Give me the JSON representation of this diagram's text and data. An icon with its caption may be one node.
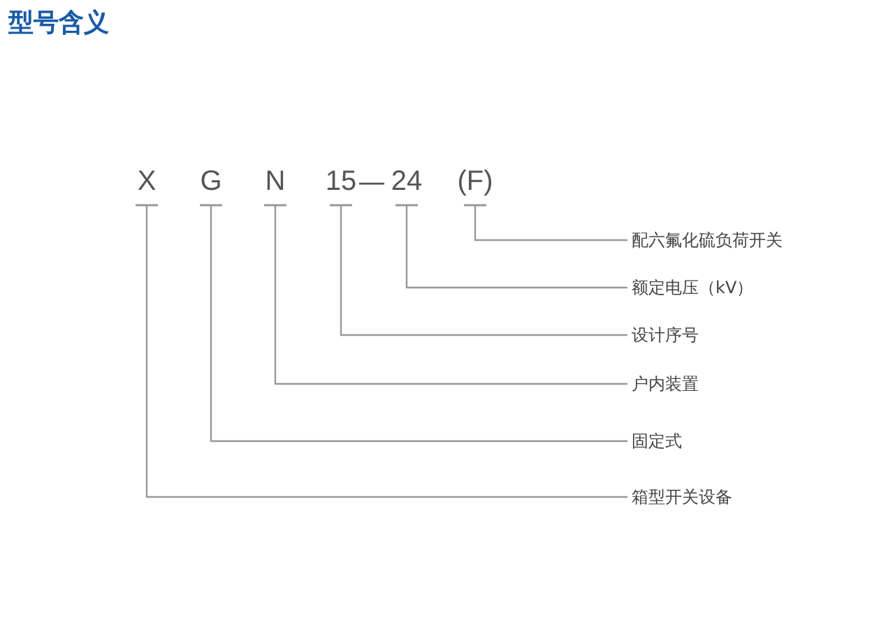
{
  "diagram": {
    "title": "型号含义",
    "nodes": [
      {
        "text": [
          "X"
        ]
      },
      {
        "text": [
          "G"
        ]
      },
      {
        "text": [
          "N"
        ]
      },
      {
        "text": [
          "15"
        ]
      },
      {
        "text": [
          "24"
        ]
      },
      {
        "text": [
          "(F)"
        ]
      },
      {
        "text": [
          "配六氟化硫负荷开关"
        ]
      },
      {
        "text": [
          "额定电压（kV）"
        ]
      },
      {
        "text": [
          "设计序号"
        ]
      },
      {
        "text": [
          "户内装置"
        ]
      },
      {
        "text": [
          "固定式"
        ]
      },
      {
        "text": [
          "箱型开关设备"
        ]
      }
    ],
    "edges": [
      {
        "from": 0,
        "to": 11,
        "arrow": "other"
      },
      {
        "from": 1,
        "to": 10,
        "arrow": "other"
      },
      {
        "from": 2,
        "to": 9,
        "arrow": "other"
      },
      {
        "from": 3,
        "to": 8,
        "arrow": "other"
      },
      {
        "from": 4,
        "to": 7,
        "arrow": "other"
      },
      {
        "from": 5,
        "to": 6,
        "arrow": "other"
      }
    ],
    "labels": [
      "—"
    ]
  }
}
